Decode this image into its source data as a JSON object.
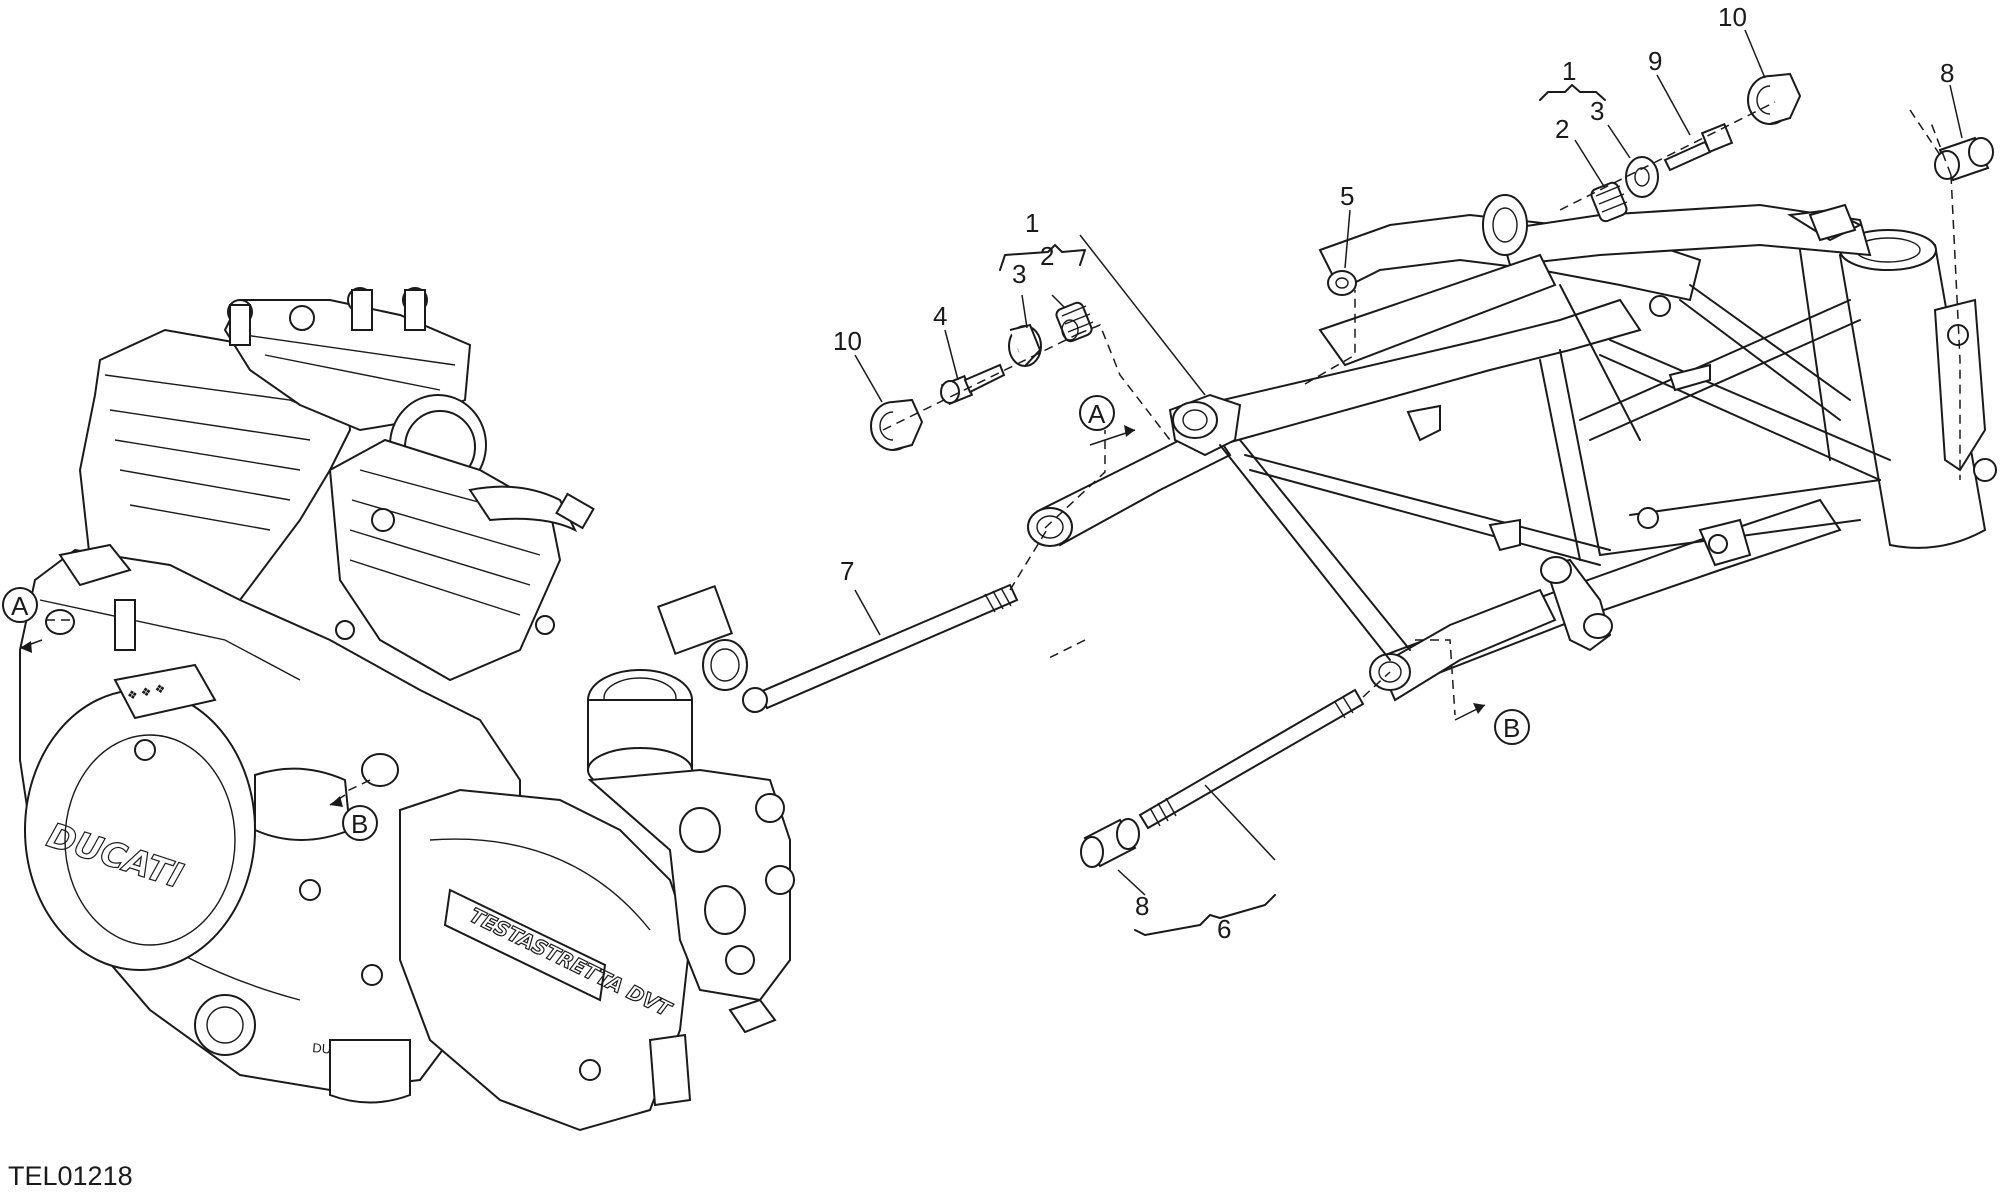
{
  "drawing": {
    "code": "TEL01218",
    "engine_brand": "DUCATI",
    "engine_cover_text": "TESTASTRETTA DVT",
    "crankcase_text": "DUCATI"
  },
  "callouts": {
    "p1_left": "1",
    "p2_left": "2",
    "p3_left": "3",
    "p4": "4",
    "p10_left": "10",
    "p5": "5",
    "p1_right": "1",
    "p2_right": "2",
    "p3_right": "3",
    "p9": "9",
    "p10_right": "10",
    "p8_right": "8",
    "p7": "7",
    "p8_bottom": "8",
    "p6": "6"
  },
  "reference_marks": {
    "a_engine": "A",
    "b_engine": "B",
    "a_frame": "A",
    "b_frame": "B"
  }
}
